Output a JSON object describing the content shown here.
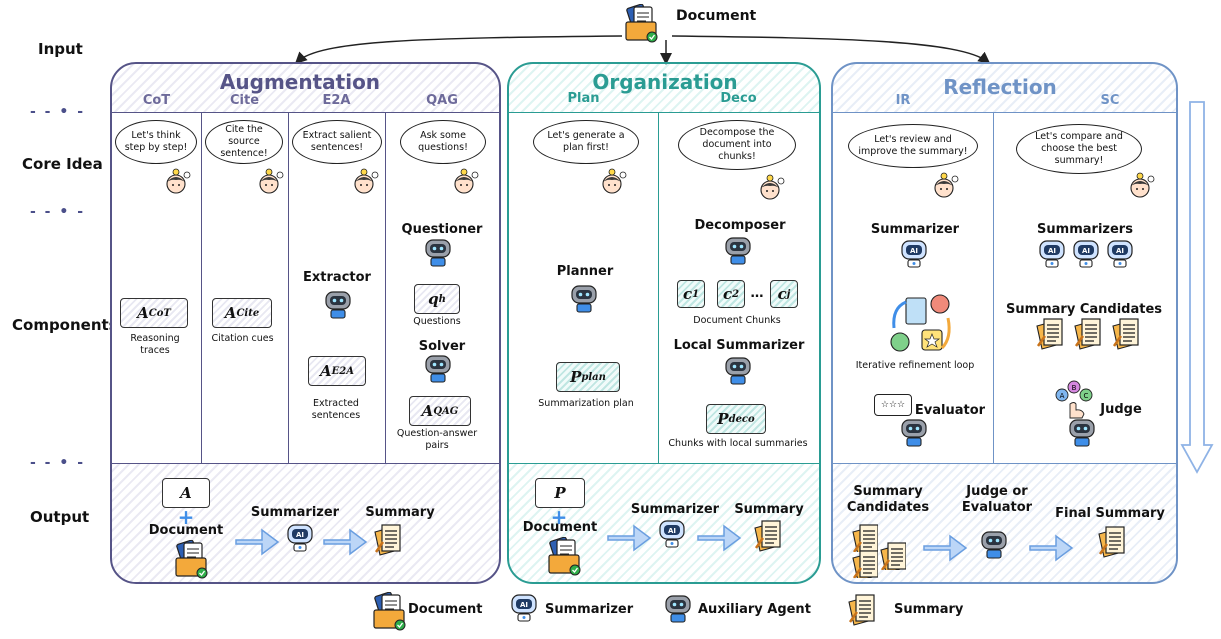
{
  "top": {
    "document_label": "Document"
  },
  "rows": {
    "input": "Input",
    "core_idea": "Core Idea",
    "components": "Components",
    "output": "Output",
    "separator": "- - • -"
  },
  "augmentation": {
    "title": "Augmentation",
    "columns": [
      {
        "header": "CoT",
        "bubble": "Let's think step by step!",
        "var_main": "A",
        "var_sub": "CoT",
        "caption": "Reasoning traces"
      },
      {
        "header": "Cite",
        "bubble": "Cite the source sentence!",
        "var_main": "A",
        "var_sub": "Cite",
        "caption": "Citation cues"
      },
      {
        "header": "E2A",
        "bubble": "Extract salient sentences!",
        "agent": "Extractor",
        "var_main": "A",
        "var_sub": "E2A",
        "caption": "Extracted sentences"
      },
      {
        "header": "QAG",
        "bubble": "Ask some questions!",
        "agent1": "Questioner",
        "q_main": "q",
        "q_sub": "h",
        "q_caption": "Questions",
        "agent2": "Solver",
        "var_main": "A",
        "var_sub": "QAG",
        "caption": "Question-answer pairs"
      }
    ],
    "output": {
      "var": "A",
      "plus": "+",
      "document": "Document",
      "summarizer": "Summarizer",
      "summary": "Summary"
    }
  },
  "organization": {
    "title": "Organization",
    "columns": [
      {
        "header": "Plan",
        "bubble": "Let's generate a plan first!",
        "agent": "Planner",
        "var_main": "P",
        "var_sub": "plan",
        "caption": "Summarization plan"
      },
      {
        "header": "Deco",
        "bubble": "Decompose the document into chunks!",
        "agent1": "Decomposer",
        "chunks": [
          "c1",
          "c2",
          "…",
          "cj"
        ],
        "chunk_subs": [
          "1",
          "2",
          "",
          "j"
        ],
        "chunks_caption": "Document Chunks",
        "agent2": "Local Summarizer",
        "var_main": "P",
        "var_sub": "deco",
        "caption": "Chunks with local summaries"
      }
    ],
    "output": {
      "var": "P",
      "plus": "+",
      "document": "Document",
      "summarizer": "Summarizer",
      "summary": "Summary"
    }
  },
  "reflection": {
    "title": "Reflection",
    "columns": [
      {
        "header": "IR",
        "bubble": "Let's review and improve the summary!",
        "agent1": "Summarizer",
        "loop_caption": "Iterative refinement loop",
        "agent2": "Evaluator",
        "stars": "☆☆☆"
      },
      {
        "header": "SC",
        "bubble": "Let's compare and choose the best summary!",
        "agent1": "Summarizers",
        "candidates": "Summary Candidates",
        "agent2": "Judge",
        "abc": [
          "A",
          "B",
          "C"
        ]
      }
    ],
    "output": {
      "candidates": "Summary Candidates",
      "judge": "Judge or Evaluator",
      "final": "Final Summary"
    }
  },
  "legend": [
    {
      "icon": "document-icon",
      "label": "Document"
    },
    {
      "icon": "summarizer-robot-icon",
      "label": "Summarizer"
    },
    {
      "icon": "auxiliary-robot-icon",
      "label": "Auxiliary Agent"
    },
    {
      "icon": "summary-icon",
      "label": "Summary"
    }
  ],
  "robot_badge": "AI",
  "colors": {
    "augmentation": "#565487",
    "organization": "#2a9c93",
    "reflection": "#6f93c6",
    "arrow": "#6a9ee0"
  }
}
